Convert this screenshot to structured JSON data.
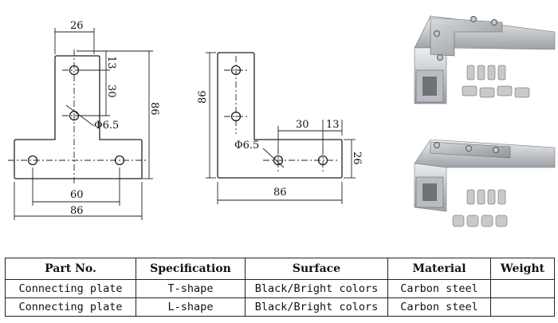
{
  "t_shape": {
    "dims": [
      "26",
      "13",
      "30",
      "86",
      "Φ6.5",
      "60",
      "86"
    ]
  },
  "l_shape": {
    "dims": [
      "86",
      "30",
      "13",
      "Φ6.5",
      "26",
      "86"
    ]
  },
  "table": {
    "headers": [
      "Part No.",
      "Specification",
      "Surface",
      "Material",
      "Weight"
    ],
    "rows": [
      [
        "Connecting plate",
        "T-shape",
        "Black/Bright colors",
        "Carbon steel",
        ""
      ],
      [
        "Connecting plate",
        "L-shape",
        "Black/Bright colors",
        "Carbon steel",
        ""
      ]
    ]
  }
}
